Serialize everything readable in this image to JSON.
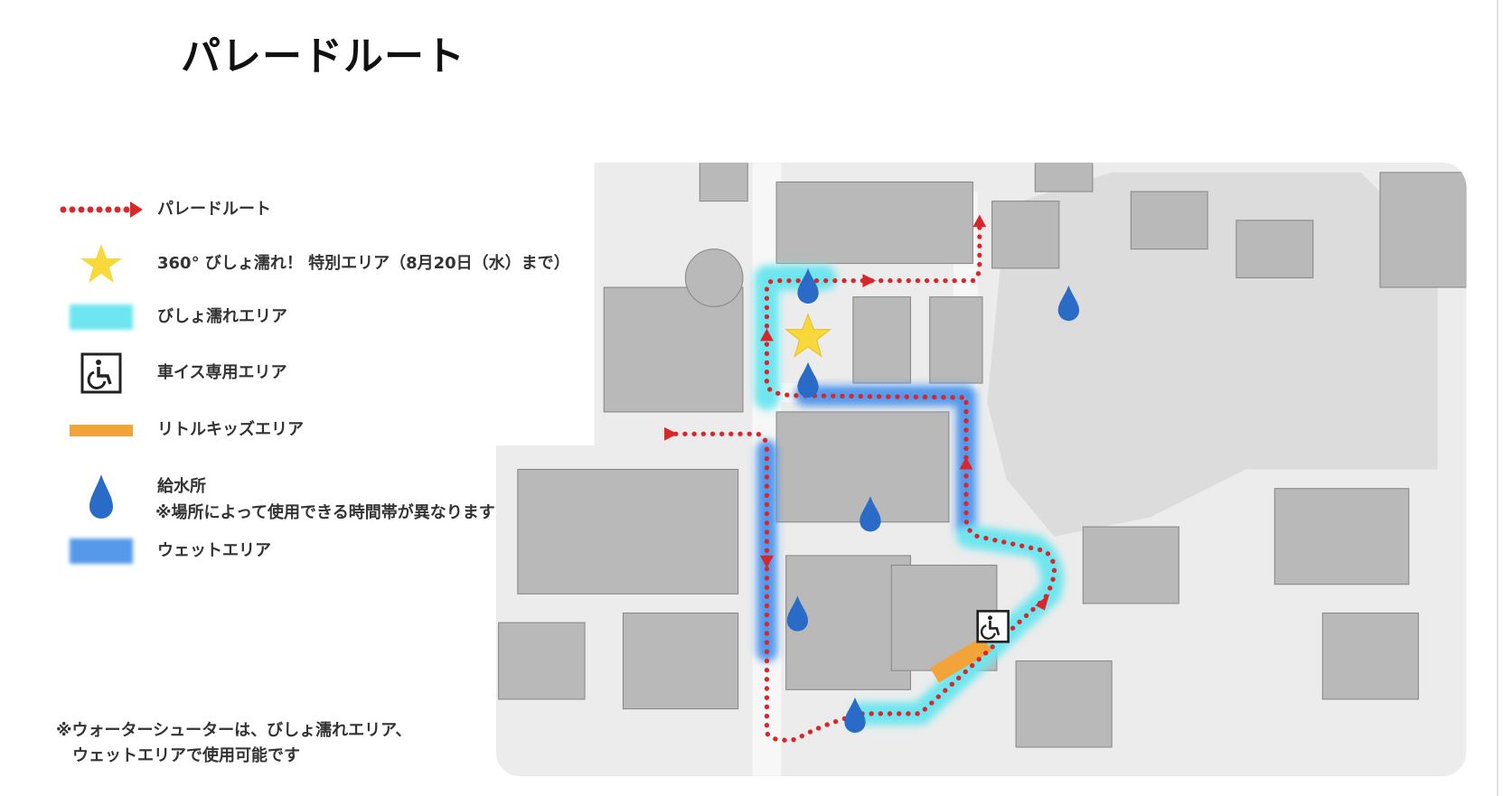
{
  "title": "パレードルート",
  "legend": [
    {
      "icon": "parade-route-arrow-icon",
      "label": "パレードルート"
    },
    {
      "icon": "star-icon",
      "label": "360° びしょ濡れ！ 特別エリア（8月20日（水）まで）"
    },
    {
      "icon": "cyan-area-swatch",
      "label": "びしょ濡れエリア"
    },
    {
      "icon": "wheelchair-icon",
      "label": "車イス専用エリア"
    },
    {
      "icon": "orange-area-swatch",
      "label": "リトルキッズエリア"
    },
    {
      "icon": "water-drop-icon",
      "label": "給水所",
      "sub": "※場所によって使用できる時間帯が異なります"
    },
    {
      "icon": "blue-area-swatch",
      "label": "ウェットエリア"
    }
  ],
  "note": {
    "line1": "※ウォーターシューターは、びしょ濡れエリア、",
    "line2": "ウェットエリアで使用可能です"
  },
  "colors": {
    "route": "#d9262b",
    "star": "#f7d93c",
    "soaked": "#6ee6ef",
    "wet": "#5599ea",
    "kids": "#f2a33a",
    "drop": "#2a6bc8"
  }
}
